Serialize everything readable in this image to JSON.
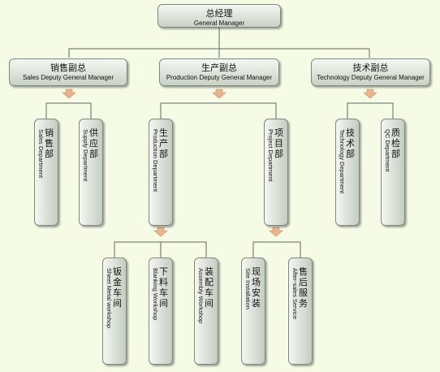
{
  "nodes": {
    "gm": {
      "zh": "总经理",
      "en": "General Manager"
    },
    "sales_deputy": {
      "zh": "销售副总",
      "en": "Sales Deputy General Manager"
    },
    "production_deputy": {
      "zh": "生产副总",
      "en": "Production Deputy General Manager"
    },
    "technology_deputy": {
      "zh": "技术副总",
      "en": "Technology Deputy General Manager"
    },
    "sales_dept": {
      "zh": "销售部",
      "en": "Sales Department"
    },
    "supply_dept": {
      "zh": "供应部",
      "en": "Supply Department"
    },
    "production_dept": {
      "zh": "生产部",
      "en": "Production Department"
    },
    "project_dept": {
      "zh": "项目部",
      "en": "Project Department"
    },
    "technology_dept": {
      "zh": "技术部",
      "en": "Technology Department"
    },
    "qc_dept": {
      "zh": "质检部",
      "en": "QC Department"
    },
    "sheet_metal": {
      "zh": "钣金车间",
      "en": "Sheet Metal workshop"
    },
    "blanking": {
      "zh": "下料车间",
      "en": "Blanking Workshop"
    },
    "assembly": {
      "zh": "装配车间",
      "en": "Assembly Workshop"
    },
    "site_installation": {
      "zh": "现场安装",
      "en": "Site Installation"
    },
    "after_sales": {
      "zh": "售后服务",
      "en": "After-sales Service"
    }
  },
  "colors": {
    "background": "#f6fbe6",
    "connector": "#5f6a5f",
    "arrow": "#e8b48e",
    "box_top": "#f4f7f2",
    "box_bottom": "#c9d2c6"
  }
}
